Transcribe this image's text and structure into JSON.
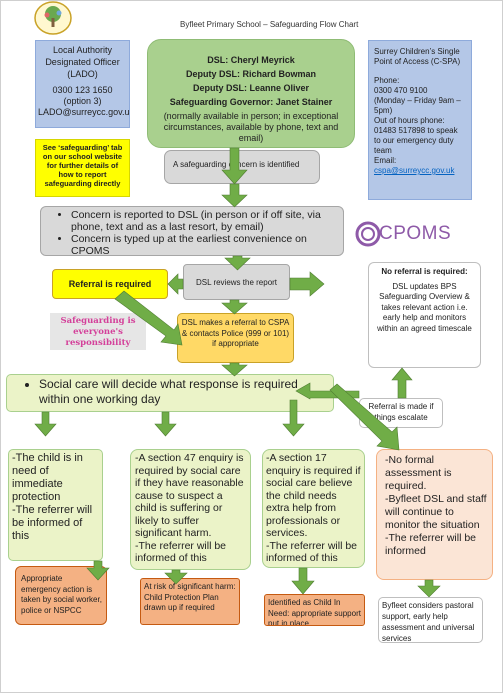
{
  "header": {
    "title": "Byfleet Primary School – Safeguarding Flow Chart"
  },
  "lado": {
    "title": "Local Authority Designated Officer (LADO)",
    "phone": "0300 123 1650",
    "option": "(option 3)",
    "email": "LADO@surreycc.gov.uk"
  },
  "dsl": {
    "lines": [
      "DSL: Cheryl Meyrick",
      "Deputy DSL: Richard Bowman",
      "Deputy DSL: Leanne Oliver",
      "Safeguarding Governor: Janet Stainer"
    ],
    "note": "(normally available in person; in exceptional circumstances, available by phone, text and email)"
  },
  "cspa": {
    "title": "Surrey Children’s Single Point of Access (C-SPA)",
    "phone_label": "Phone:",
    "phone": "0300 470 9100",
    "hours": "(Monday – Friday 9am – 5pm)",
    "ooh": "Out of hours phone: 01483 517898 to speak to our emergency duty team",
    "email_label": "Email:",
    "email": "cspa@surreycc.gov.uk"
  },
  "website_note": "See ‘safeguarding’ tab on our school website for further details of how to report safeguarding directly",
  "concern": "A safeguarding concern is identified",
  "report_bullets": [
    "Concern is reported to DSL (in person or if off site, via phone, text and as a last resort, by email)",
    "Concern is typed up at the earliest convenience on CPOMS"
  ],
  "cpoms_logo": "CPOMS",
  "referral_required": "Referral is required",
  "dsl_reviews": "DSL reviews the report",
  "no_referral": {
    "title": "No referral is required:",
    "body": "DSL updates BPS Safeguarding Overview & takes relevant action i.e. early help and monitors within an agreed timescale"
  },
  "responsibility_logo": "Safeguarding is everyone's responsibility",
  "dsl_referral": "DSL makes a referral to CSPA & contacts Police (999 or 101) if appropriate",
  "escalate": "Referral is made if things escalate",
  "social_care": "Social care will decide what response is required within one working day",
  "col1": "-The child is in need of immediate protection\n-The referrer will be informed of this",
  "col2": "-A section 47 enquiry is required by social care if they have reasonable cause to suspect a child is suffering or likely to suffer significant harm.\n-The referrer will be informed of this",
  "col3": "-A section 17 enquiry is required if social care believe the child needs extra help from professionals or services.\n-The referrer will be informed of this",
  "col4": "-No formal assessment is required.\n-Byfleet DSL and staff will continue to monitor the situation\n-The referrer will be informed",
  "out1": "Appropriate emergency action is taken by social worker, police or NSPCC",
  "out2": "At risk of significant harm: Child Protection Plan drawn up if required",
  "out3": "Identified as Child In Need: appropriate support put in place",
  "out4": "Byfleet considers pastoral support, early help assessment and universal services",
  "colors": {
    "green": "#a9d08e",
    "blue": "#b4c7e7",
    "yellow": "#ffff00",
    "lime": "#ebf3c8",
    "orange": "#f4b183",
    "peach": "#fbe5d6",
    "grey": "#d9d9d9",
    "arrow": "#70ad47"
  }
}
